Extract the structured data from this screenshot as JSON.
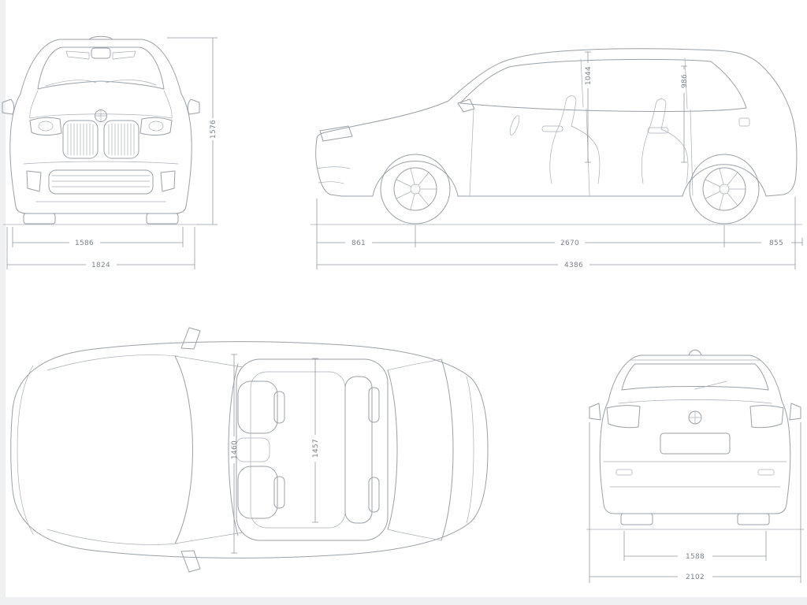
{
  "views": {
    "front": {
      "dims": {
        "height": "1576",
        "track": "1586",
        "width": "1824"
      }
    },
    "side": {
      "dims": {
        "front_interior_height": "1044",
        "rear_interior_height": "986",
        "front_overhang": "861",
        "wheelbase": "2670",
        "rear_overhang": "855",
        "length": "4386"
      }
    },
    "top": {
      "dims": {
        "front_interior_width": "1460",
        "rear_interior_width": "1457"
      }
    },
    "rear": {
      "dims": {
        "track": "1588",
        "width_incl_mirrors": "2102"
      }
    }
  },
  "colors": {
    "line": "#9aa1a8",
    "dimension_text": "#7b838c",
    "background": "#ffffff"
  }
}
